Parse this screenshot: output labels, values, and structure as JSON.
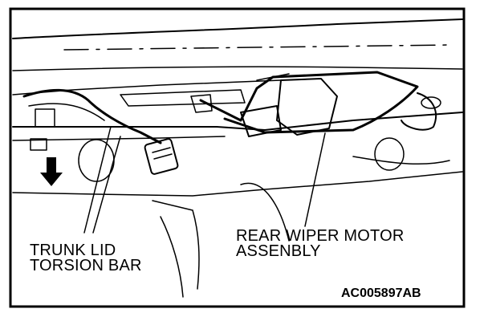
{
  "labels": {
    "torsion_bar_line1": "TRUNK LID",
    "torsion_bar_line2": "TORSION BAR",
    "wiper_motor_line1": "REAR WIPER MOTOR",
    "wiper_motor_line2": "ASSENBLY"
  },
  "figure_code": "AC005897AB"
}
